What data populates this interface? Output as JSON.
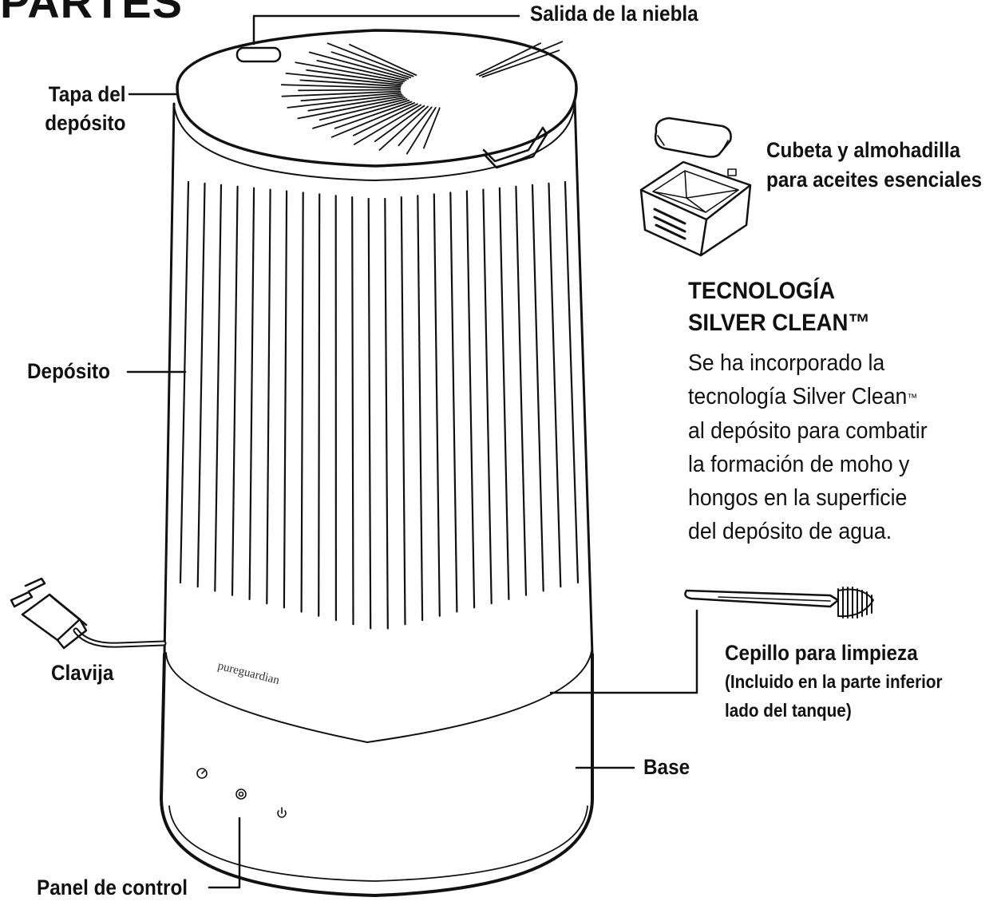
{
  "title": "PARTES",
  "labels": {
    "mist_outlet": "Salida de la niebla",
    "tank_lid": [
      "Tapa del",
      "depósito"
    ],
    "oil_tray": [
      "Cubeta y almohadilla",
      "para aceites esenciales"
    ],
    "tank": "Depósito",
    "plug": "Clavija",
    "brush": [
      "Cepillo para limpieza",
      "(Incluido en la parte inferior",
      "lado del tanque)"
    ],
    "base": "Base",
    "control_panel": "Panel de control"
  },
  "technology": {
    "heading": [
      "TECNOLOGÍA",
      "SILVER CLEAN™"
    ],
    "body_lines": [
      "Se ha incorporado la",
      "tecnología Silver Clean",
      "al depósito para combatir",
      "la formación de moho y",
      "hongos en la superficie",
      "del depósito de agua."
    ],
    "tm_mark": "™"
  },
  "brand_mark": "pureguardian",
  "control_icons": [
    "timer-icon",
    "mist-level-icon",
    "power-icon"
  ]
}
